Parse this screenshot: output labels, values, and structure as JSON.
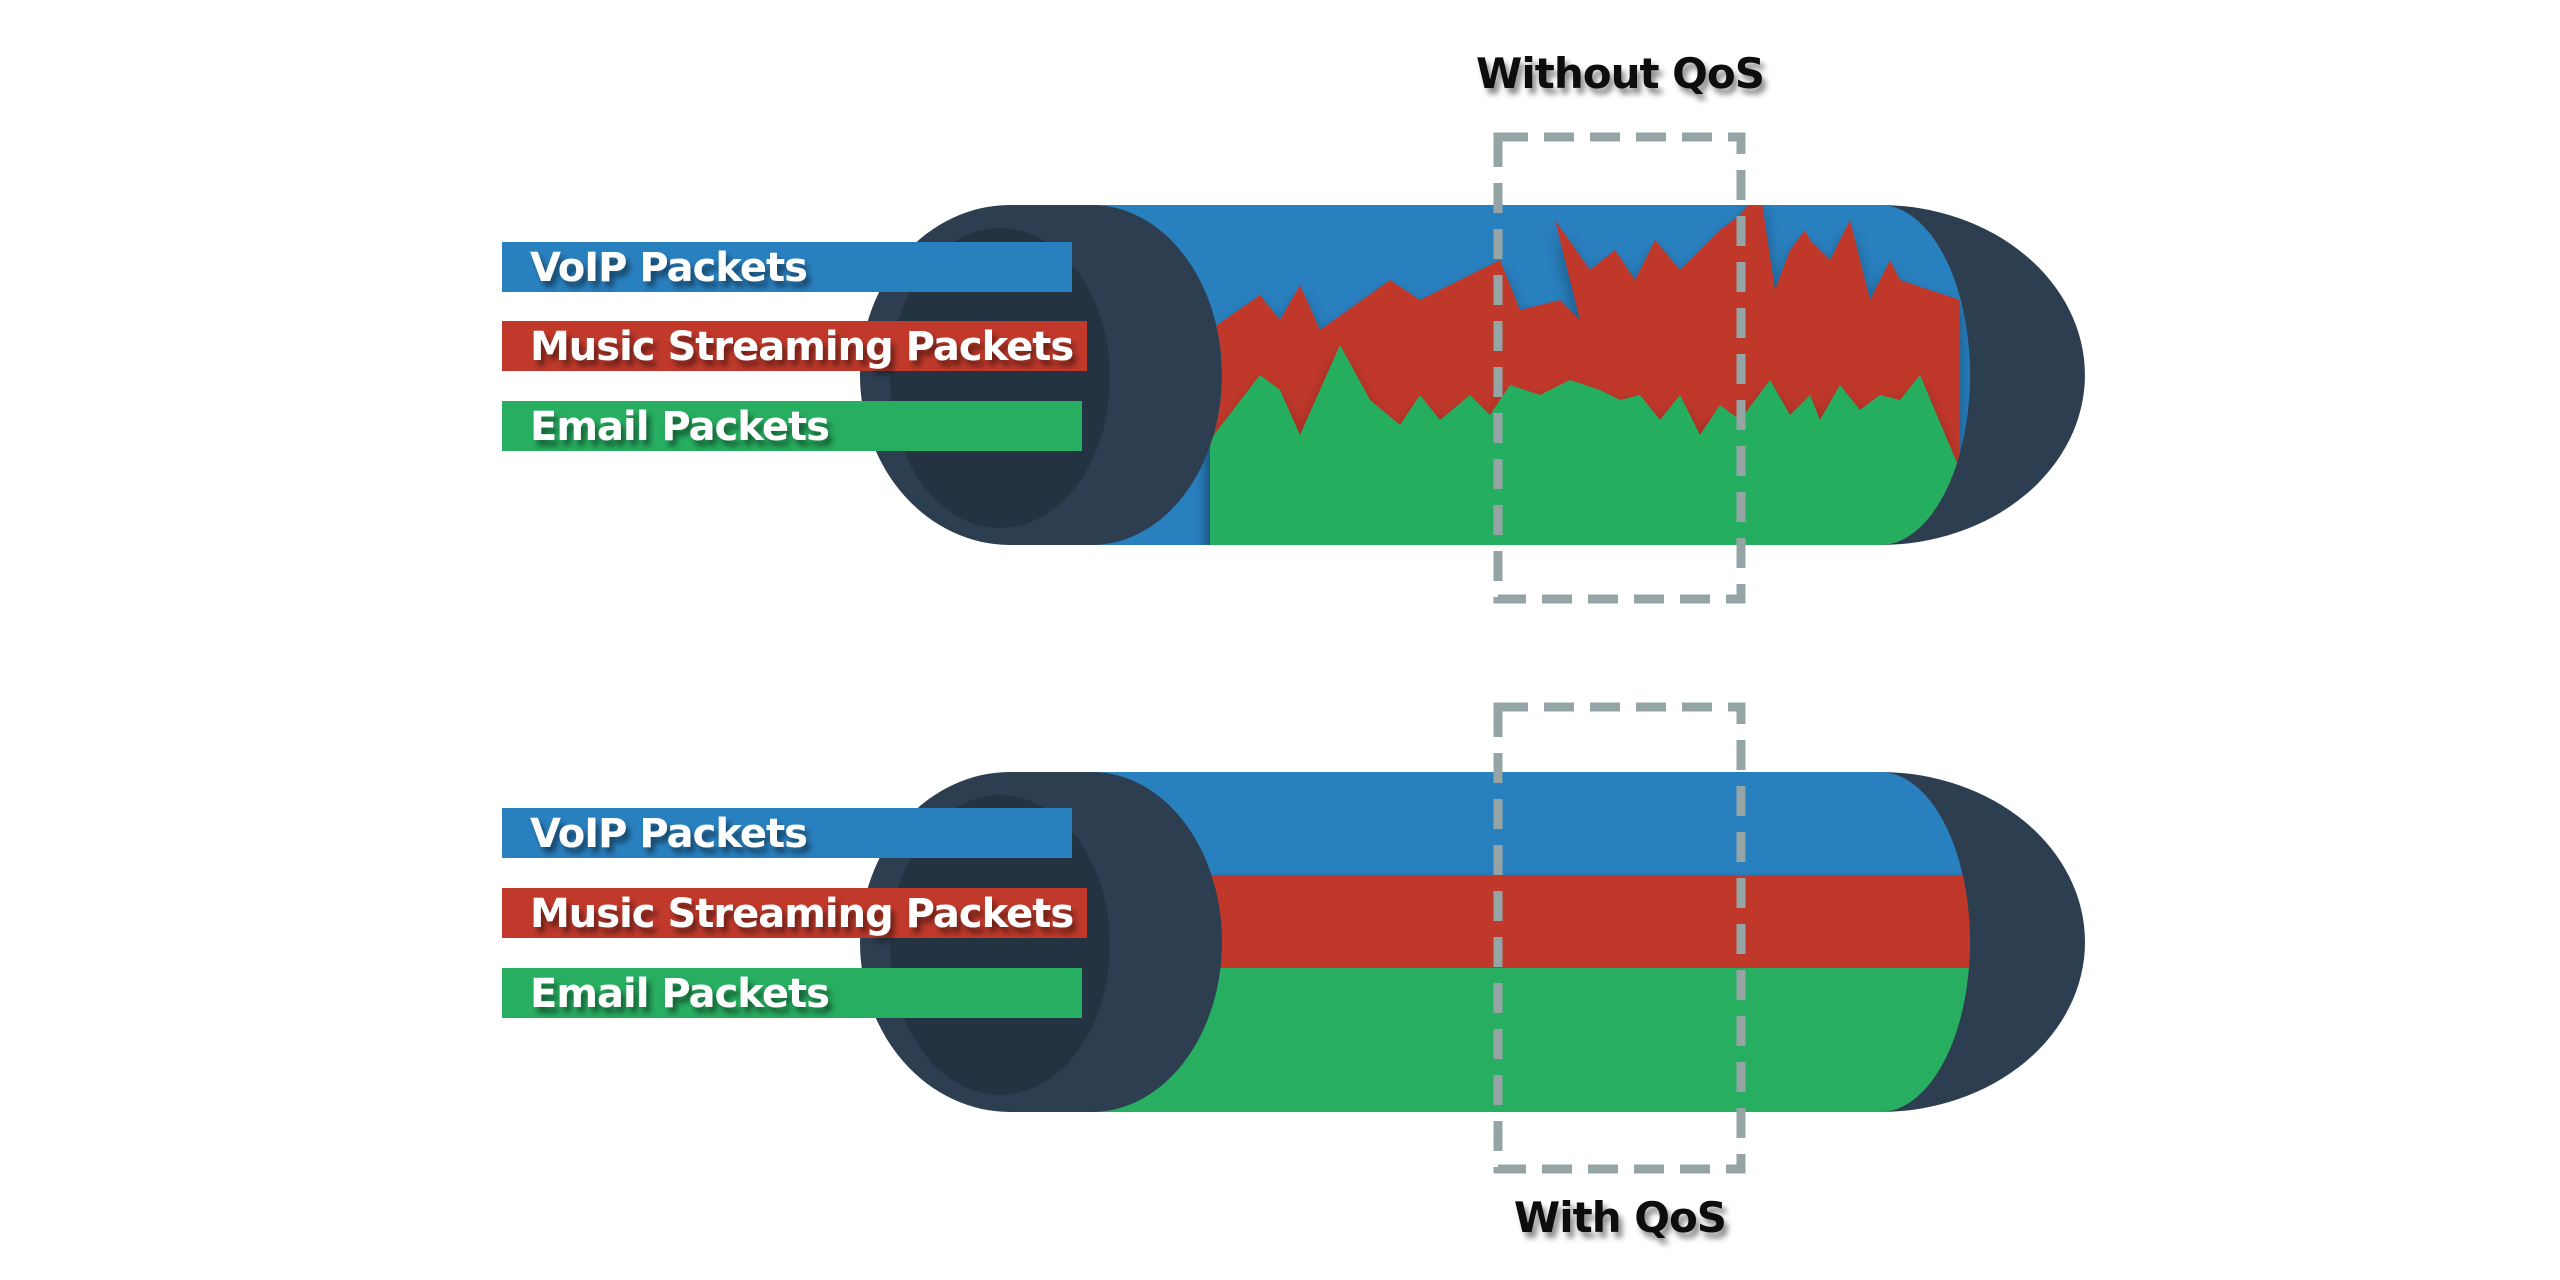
{
  "colors": {
    "voip": "#2980bf",
    "music": "#c0392b",
    "email": "#27ae60",
    "pipe": "#2c3e50",
    "pipe_inner": "#243342",
    "dash_box": "#95a5a6",
    "background": "#ffffff"
  },
  "top_panel": {
    "title": "Without QoS",
    "labels": {
      "voip": "VoIP Packets",
      "music": "Music Streaming Packets",
      "email": "Email Packets"
    }
  },
  "bottom_panel": {
    "title": "With QoS",
    "labels": {
      "voip": "VoIP Packets",
      "music": "Music Streaming Packets",
      "email": "Email Packets"
    }
  }
}
